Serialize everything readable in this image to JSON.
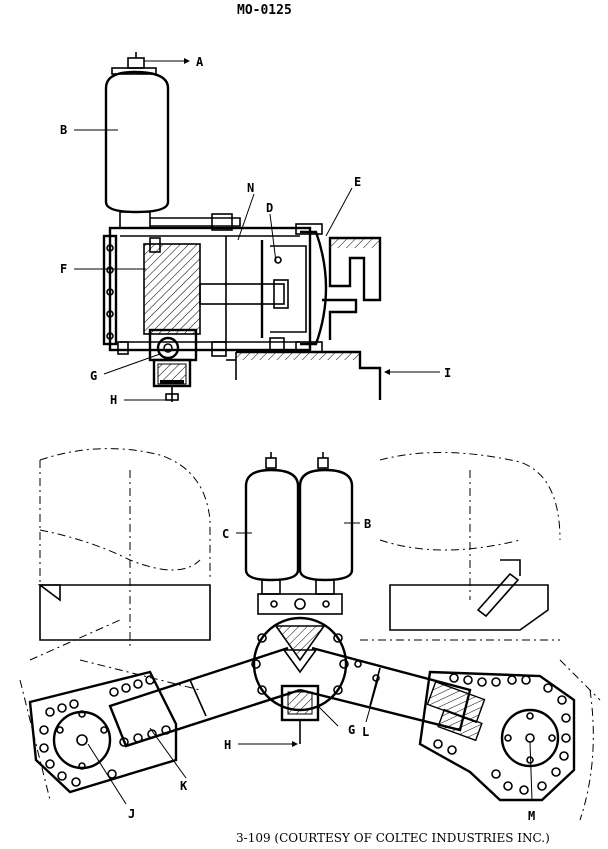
{
  "header": {
    "code": "MO-0125"
  },
  "caption": {
    "text": "3-109 (COURTESY OF COLTEC INDUSTRIES INC.)"
  },
  "top_view": {
    "labels": {
      "A": "A",
      "B": "B",
      "N": "N",
      "D": "D",
      "E": "E",
      "F": "F",
      "G": "G",
      "H": "H",
      "I": "I"
    }
  },
  "bottom_view": {
    "labels": {
      "C": "C",
      "B": "B",
      "G": "G",
      "H": "H",
      "J": "J",
      "K": "K",
      "L": "L",
      "M": "M"
    }
  }
}
